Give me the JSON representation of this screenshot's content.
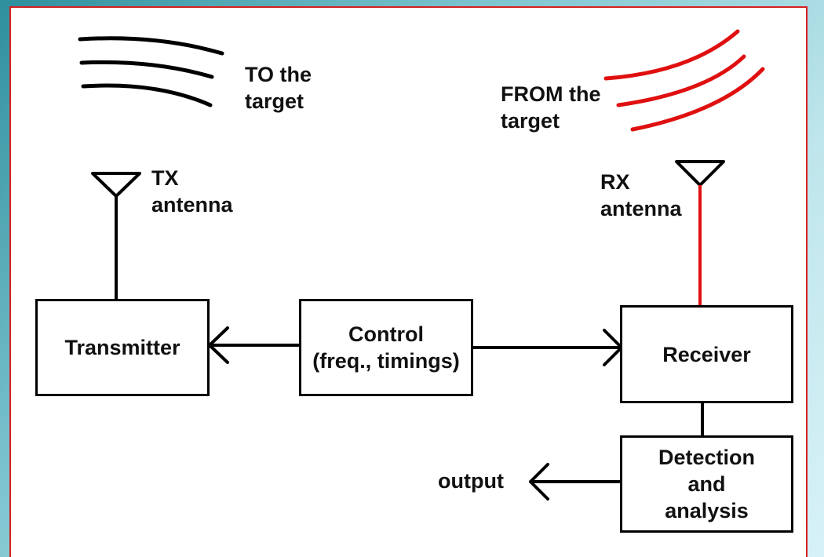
{
  "labels": {
    "to_target": "TO the\ntarget",
    "from_target": "FROM the\ntarget",
    "tx_antenna": "TX\nantenna",
    "rx_antenna": "RX\nantenna",
    "output": "output"
  },
  "boxes": {
    "transmitter": "Transmitter",
    "control": "Control\n(freq., timings)",
    "receiver": "Receiver",
    "detection": "Detection\nand\nanalysis"
  },
  "colors": {
    "frame_border": "#d62020",
    "received_signal": "#e01010",
    "line": "#000000"
  }
}
